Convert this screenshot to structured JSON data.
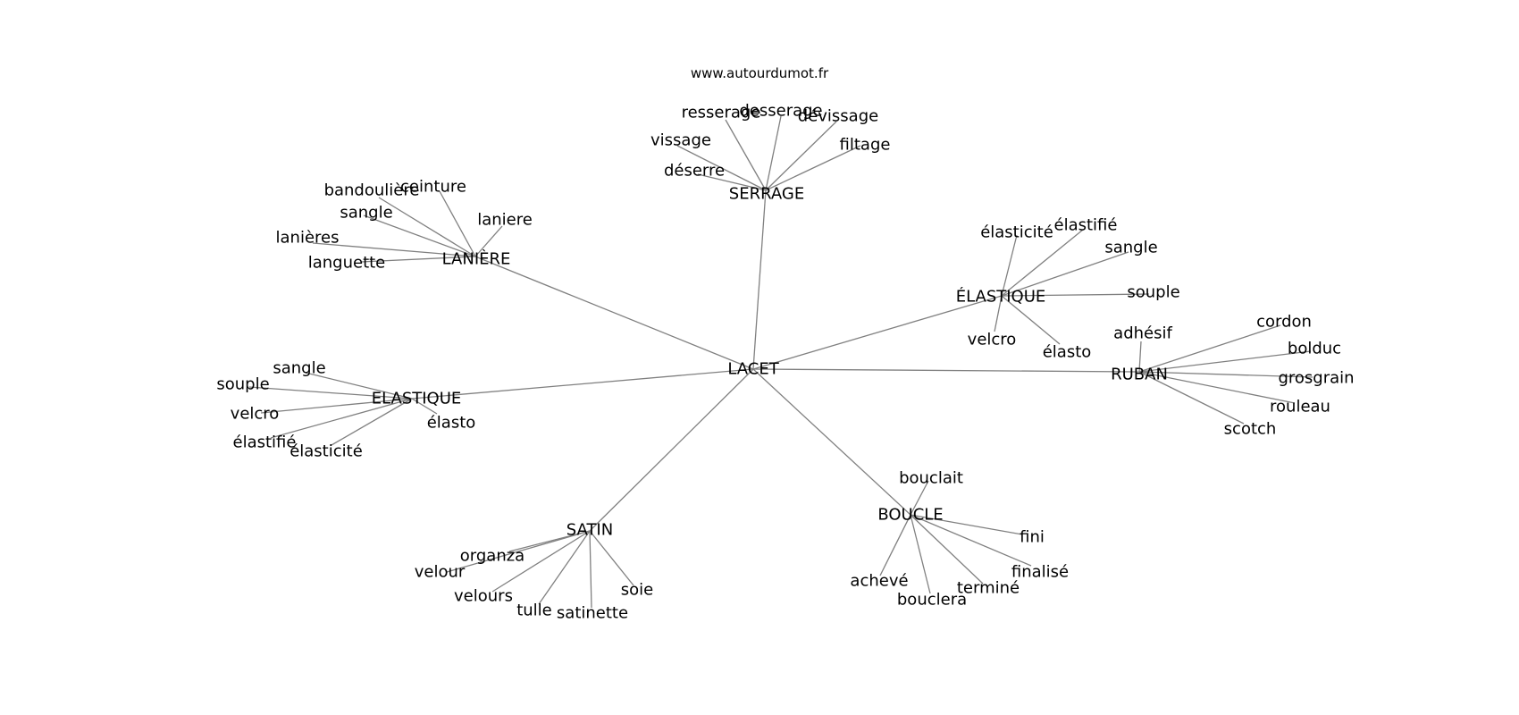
{
  "site": "www.autourdumot.fr",
  "center": "LACET",
  "clusters": [
    {
      "label": "SERRAGE",
      "terms": [
        "resserage",
        "desserage",
        "dévissage",
        "filtage",
        "vissage",
        "déserre"
      ]
    },
    {
      "label": "LANIÈRE",
      "terms": [
        "bandoulière",
        "ceinture",
        "laniere",
        "sangle",
        "lanières",
        "languette"
      ]
    },
    {
      "label": "ÉLASTIQUE",
      "terms": [
        "élasticité",
        "élastifié",
        "sangle",
        "souple",
        "velcro",
        "élasto"
      ]
    },
    {
      "label": "RUBAN",
      "terms": [
        "adhésif",
        "cordon",
        "bolduc",
        "grosgrain",
        "rouleau",
        "scotch"
      ]
    },
    {
      "label": "ELASTIQUE",
      "terms": [
        "sangle",
        "souple",
        "velcro",
        "élastifié",
        "élasticité",
        "élasto"
      ]
    },
    {
      "label": "SATIN",
      "terms": [
        "organza",
        "velour",
        "velours",
        "tulle",
        "satinette",
        "soie"
      ]
    },
    {
      "label": "BOUCLE",
      "terms": [
        "bouclait",
        "fini",
        "finalisé",
        "terminé",
        "bouclera",
        "achevé"
      ]
    }
  ]
}
